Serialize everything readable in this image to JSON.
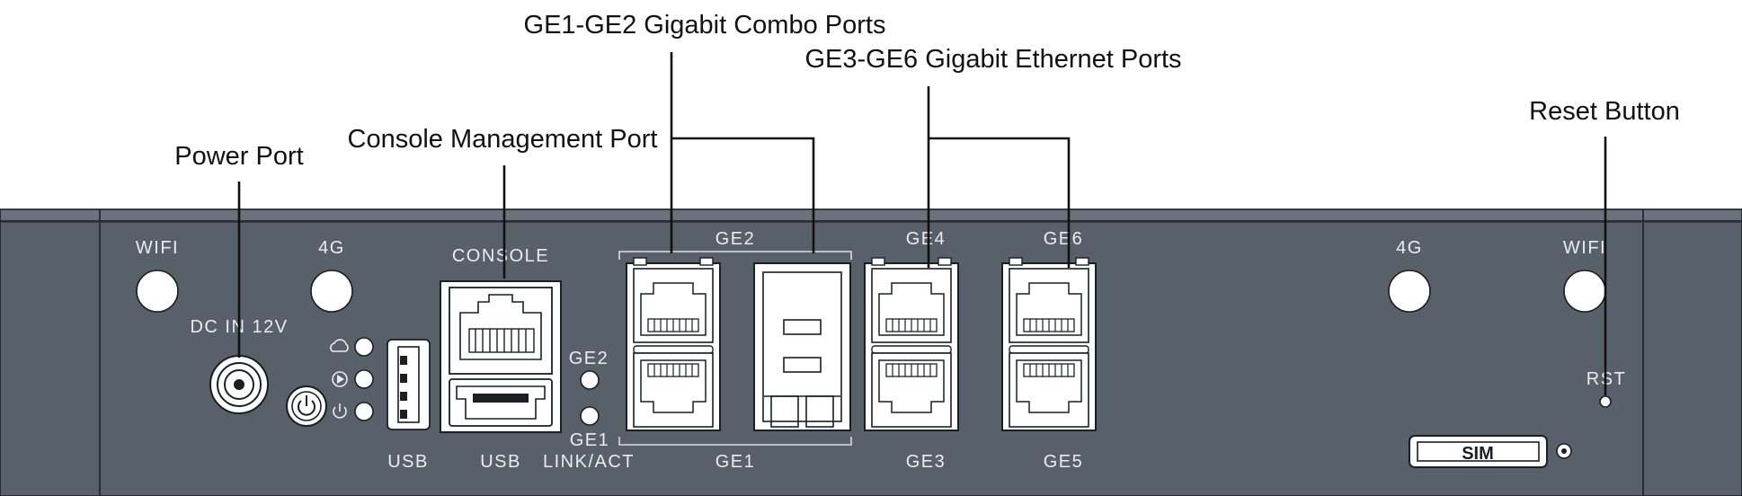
{
  "callouts": {
    "combo_ports": "GE1-GE2 Gigabit Combo Ports",
    "ethernet_ports": "GE3-GE6 Gigabit Ethernet Ports",
    "reset_button": "Reset Button",
    "console_port": "Console Management Port",
    "power_port": "Power Port"
  },
  "panel_labels": {
    "wifi_left": "WIFI",
    "g4_left": "4G",
    "console": "CONSOLE",
    "dc_in": "DC IN 12V",
    "usb_left": "USB",
    "usb_right": "USB",
    "ge2_led": "GE2",
    "ge1_led": "GE1",
    "link_act": "LINK/ACT",
    "ge2_top": "GE2",
    "ge1_bottom": "GE1",
    "ge4": "GE4",
    "ge3": "GE3",
    "ge6": "GE6",
    "ge5": "GE5",
    "g4_right": "4G",
    "wifi_right": "WIFI",
    "rst": "RST",
    "sim": "SIM"
  },
  "icons": {
    "cloud_led": "cloud-icon",
    "play_led": "play-icon",
    "power_led": "power-icon",
    "power_switch": "power-button-icon"
  },
  "colors": {
    "panel": "#58606a",
    "panel_edge": "#3d444d",
    "callout_text": "#111111",
    "panel_text": "#e9edf2"
  }
}
